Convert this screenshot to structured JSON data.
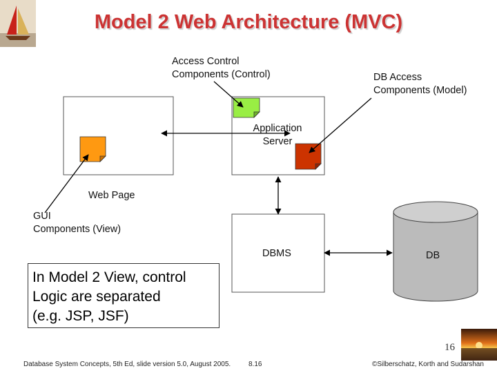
{
  "slide": {
    "title": "Model 2 Web Architecture (MVC)",
    "callout": "In Model 2 View, control\nLogic are separated\n(e.g. JSP, JSF)",
    "page_number": "16"
  },
  "diagram": {
    "labels": {
      "access_control": "Access Control\nComponents (Control)",
      "db_access": "DB Access\nComponents (Model)",
      "app_server": "Application\nServer",
      "web_page": "Web Page",
      "gui_components": "GUI\nComponents (View)",
      "dbms": "DBMS",
      "db": "DB"
    },
    "colors": {
      "control": "#99ee44",
      "view": "#ff9911",
      "model": "#cc3300",
      "cylinder": "#bbbbbb",
      "title": "#cc3333"
    }
  },
  "footer": {
    "left": "Database System Concepts, 5th Ed, slide version 5.0, August 2005.",
    "center": "8.16",
    "right": "©Silberschatz, Korth and Sudarshan"
  },
  "icons": {
    "top_left": "sailboat-logo-icon",
    "bottom_right": "sunset-image-icon"
  }
}
